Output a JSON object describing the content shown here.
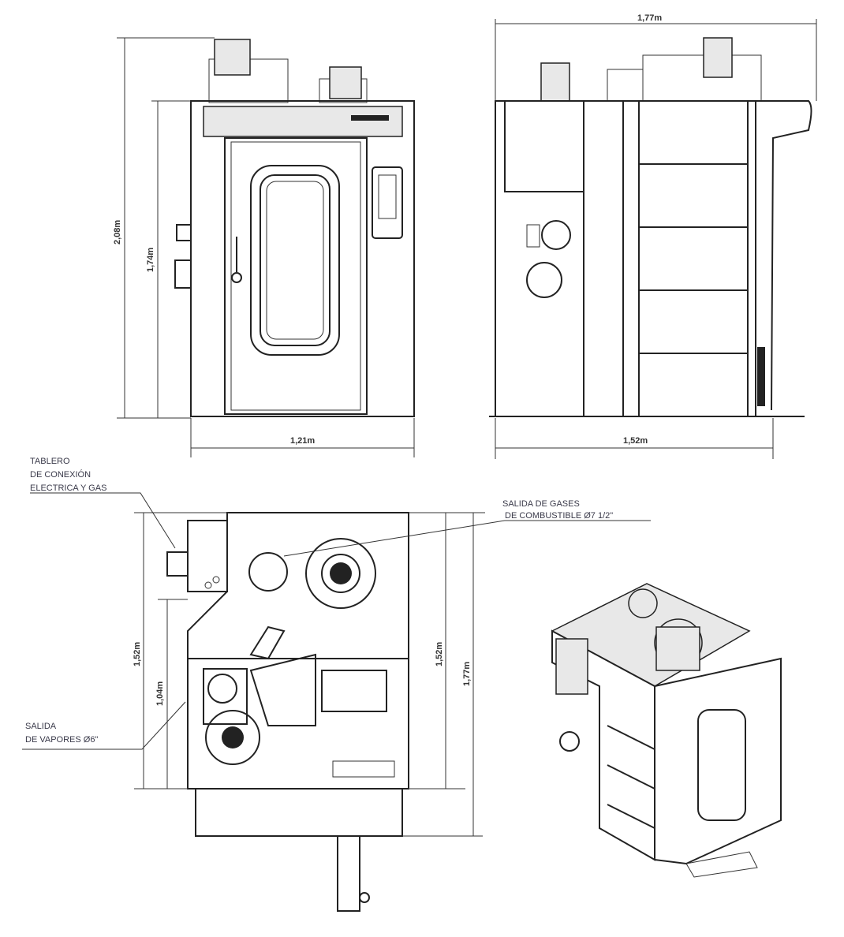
{
  "front_view": {
    "height_total": "2,08m",
    "height_body": "1,74m",
    "width": "1,21m"
  },
  "side_view": {
    "width_total": "1,77m",
    "width_body": "1,52m"
  },
  "top_view": {
    "depth_left": "1,52m",
    "depth_section": "1,04m",
    "depth_right": "1,52m",
    "depth_total": "1,77m",
    "notes": {
      "panel": [
        "TABLERO",
        "DE CONEXIÓN",
        "ELECTRICA Y GAS"
      ],
      "gas_outlet": [
        "SALIDA DE GASES",
        "DE COMBUSTIBLE Ø7 1/2\""
      ],
      "vapor_outlet": [
        "SALIDA",
        "DE VAPORES Ø6\""
      ]
    }
  }
}
